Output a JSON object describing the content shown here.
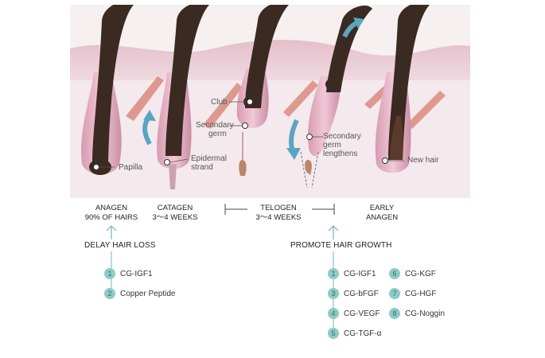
{
  "labels": {
    "papilla": "Papilla",
    "epidermal_strand": [
      "Epidermal",
      "strand"
    ],
    "club": "Club",
    "secondary_germ": [
      "Secondary",
      "germ"
    ],
    "secondary_germ_lengthens": [
      "Secondary",
      "germ",
      "lengthens"
    ],
    "new_hair": "New hair"
  },
  "stages": {
    "anagen": [
      "ANAGEN",
      "90% OF HAIRS"
    ],
    "catagen": [
      "CATAGEN",
      "3～4 WEEKS"
    ],
    "telogen": [
      "TELOGEN",
      "3～4 WEEKS"
    ],
    "early_anagen": [
      "EARLY",
      "ANAGEN"
    ]
  },
  "delay": {
    "title": "DELAY HAIR LOSS",
    "items": [
      {
        "num": "1",
        "label": "CG-IGF1"
      },
      {
        "num": "2",
        "label": "Copper Peptide"
      }
    ]
  },
  "promote": {
    "title": "PROMOTE HAIR GROWTH",
    "items": [
      {
        "num": "1",
        "label": "CG-IGF1"
      },
      {
        "num": "3",
        "label": "CG-bFGF"
      },
      {
        "num": "4",
        "label": "CG-VEGF"
      },
      {
        "num": "5",
        "label": "CG-TGF-α"
      },
      {
        "num": "6",
        "label": "CG-KGF"
      },
      {
        "num": "7",
        "label": "CG-HGF"
      },
      {
        "num": "8",
        "label": "CG-Noggin"
      }
    ]
  },
  "colors": {
    "skin": "#e9c2cf",
    "skin_dark": "#c98ea5",
    "hair": "#3a2a22",
    "arrow": "#5aa6c2",
    "badge": "#8ecbc6",
    "teal_line": "#6fb8b3"
  }
}
